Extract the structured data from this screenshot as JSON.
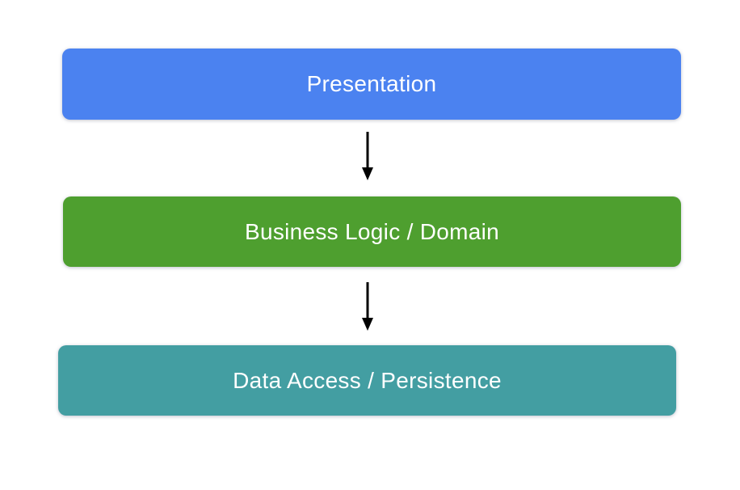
{
  "diagram": {
    "type": "layered-architecture",
    "background": "#FFFFFF",
    "text_color": "#FFFFFF",
    "arrow_color": "#000000",
    "layers": [
      {
        "id": "presentation",
        "label": "Presentation",
        "fill": "#4B82F0"
      },
      {
        "id": "business-logic",
        "label": "Business Logic / Domain",
        "fill": "#4E9F2F"
      },
      {
        "id": "data-access",
        "label": "Data Access / Persistence",
        "fill": "#439EA2"
      }
    ],
    "connectors": [
      {
        "from": "presentation",
        "to": "business-logic",
        "direction": "down"
      },
      {
        "from": "business-logic",
        "to": "data-access",
        "direction": "down"
      }
    ]
  }
}
